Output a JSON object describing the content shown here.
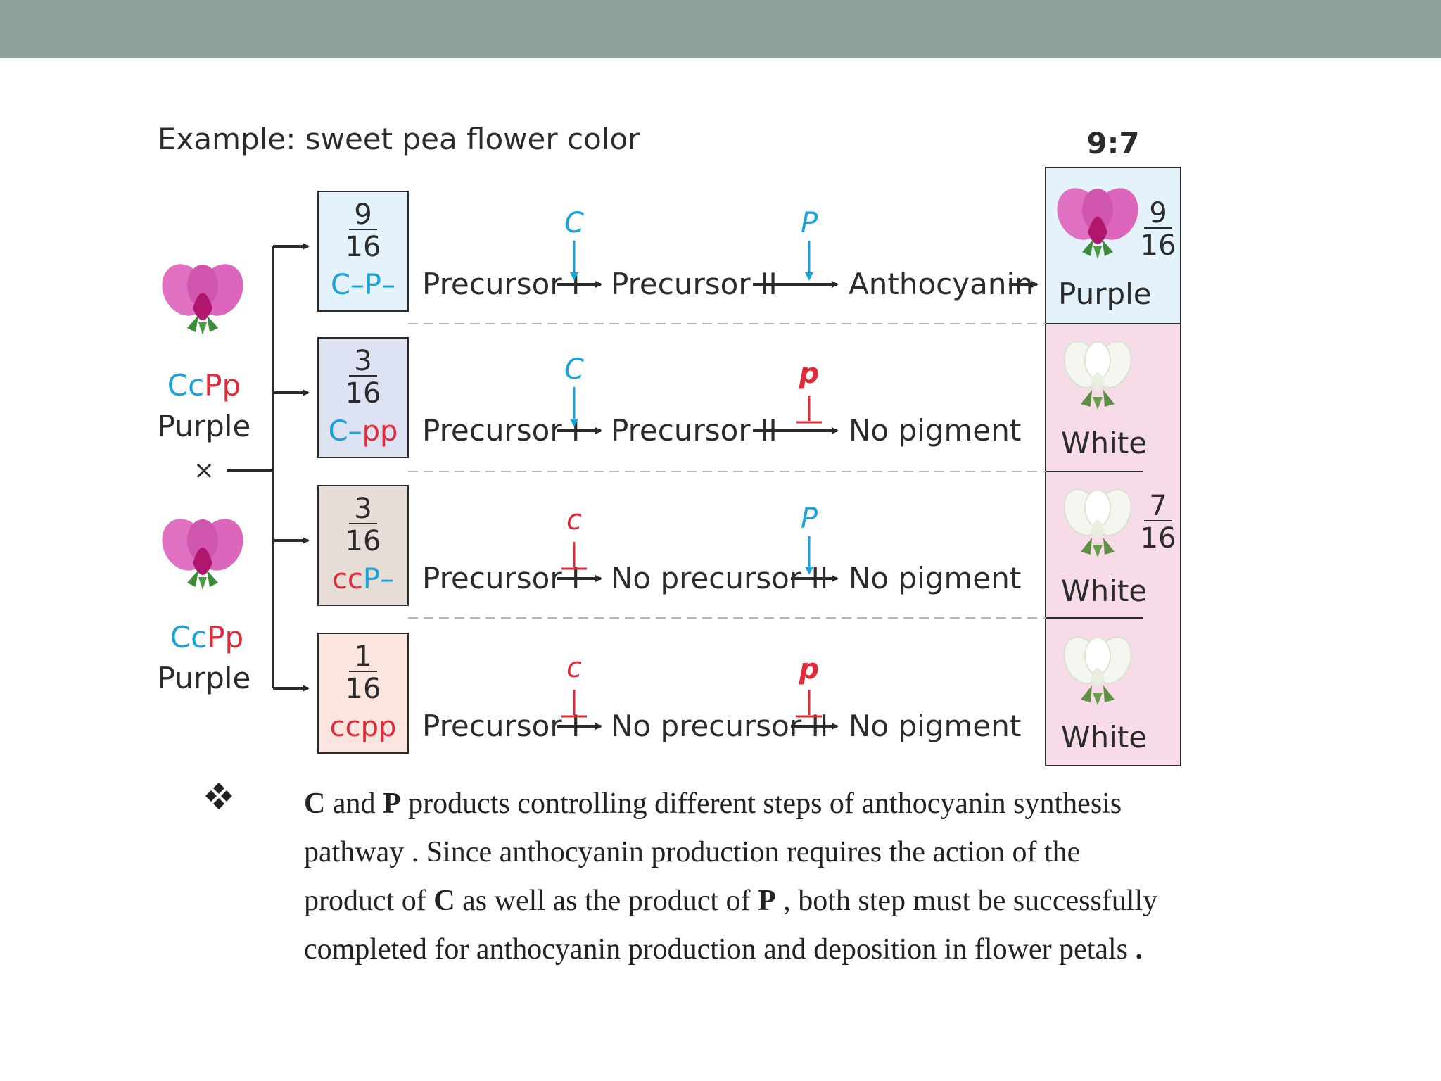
{
  "header": {
    "bar_color": "#8fa39a"
  },
  "diagram": {
    "title": "Example: sweet pea flower color",
    "ratio": "9:7",
    "parents": [
      {
        "genotype_c": "Cc",
        "genotype_p": "Pp",
        "phenotype": "Purple"
      },
      {
        "genotype_c": "Cc",
        "genotype_p": "Pp",
        "phenotype": "Purple"
      }
    ],
    "cross_symbol": "×",
    "rows": [
      {
        "frac_num": "9",
        "frac_den": "16",
        "geno_c": "C–",
        "geno_p": "P–",
        "step1_gene": "C",
        "step1_kind": "arrow",
        "step2_gene": "P",
        "step2_kind": "arrow",
        "start": "Precursor I",
        "middle": "Precursor II",
        "end": "Anthocyanin",
        "phenotype": "Purple",
        "box_color": "#e3f2fb"
      },
      {
        "frac_num": "3",
        "frac_den": "16",
        "geno_c": "C–",
        "geno_p": "pp",
        "step1_gene": "C",
        "step1_kind": "arrow",
        "step2_gene": "p",
        "step2_kind": "block",
        "start": "Precursor I",
        "middle": "Precursor II",
        "end": "No pigment",
        "phenotype": "White",
        "box_color": "#dde3f2"
      },
      {
        "frac_num": "3",
        "frac_den": "16",
        "geno_c": "cc",
        "geno_p": "P–",
        "step1_gene": "c",
        "step1_kind": "block",
        "step2_gene": "P",
        "step2_kind": "arrow",
        "start": "Precursor I",
        "middle": "No precursor II",
        "end": "No pigment",
        "phenotype": "White",
        "box_color": "#e6ddd6"
      },
      {
        "frac_num": "1",
        "frac_den": "16",
        "geno_c": "cc",
        "geno_p": "pp",
        "step1_gene": "c",
        "step1_kind": "block",
        "step2_gene": "p",
        "step2_kind": "block",
        "start": "Precursor I",
        "middle": "No precursor II",
        "end": "No pigment",
        "phenotype": "White",
        "box_color": "#fbe6df"
      }
    ],
    "result_groups": [
      {
        "frac_num": "9",
        "frac_den": "16",
        "color": "#e3f2fb"
      },
      {
        "frac_num": "7",
        "frac_den": "16",
        "color": "#f8dbe8"
      }
    ],
    "colors": {
      "dominant": "#1aa3d9",
      "recessive": "#e02b3a",
      "text": "#2b2b2b",
      "purple_flower": "#d95fb0"
    }
  },
  "bullet": {
    "icon": "four-diamond-bullet-icon",
    "lines": [
      [
        {
          "t": "C",
          "b": true
        },
        {
          "t": " and "
        },
        {
          "t": "P",
          "b": true
        },
        {
          "t": " products controlling different steps of anthocyanin synthesis"
        }
      ],
      [
        {
          "t": "pathway . Since anthocyanin production requires the action of the"
        }
      ],
      [
        {
          "t": "product of "
        },
        {
          "t": "C",
          "b": true
        },
        {
          "t": " as well as the product of "
        },
        {
          "t": "P",
          "b": true
        },
        {
          "t": " , both step must be successfully"
        }
      ],
      [
        {
          "t": "completed for anthocyanin production and deposition in flower petals "
        },
        {
          "t": ".",
          "b": true
        }
      ]
    ]
  }
}
